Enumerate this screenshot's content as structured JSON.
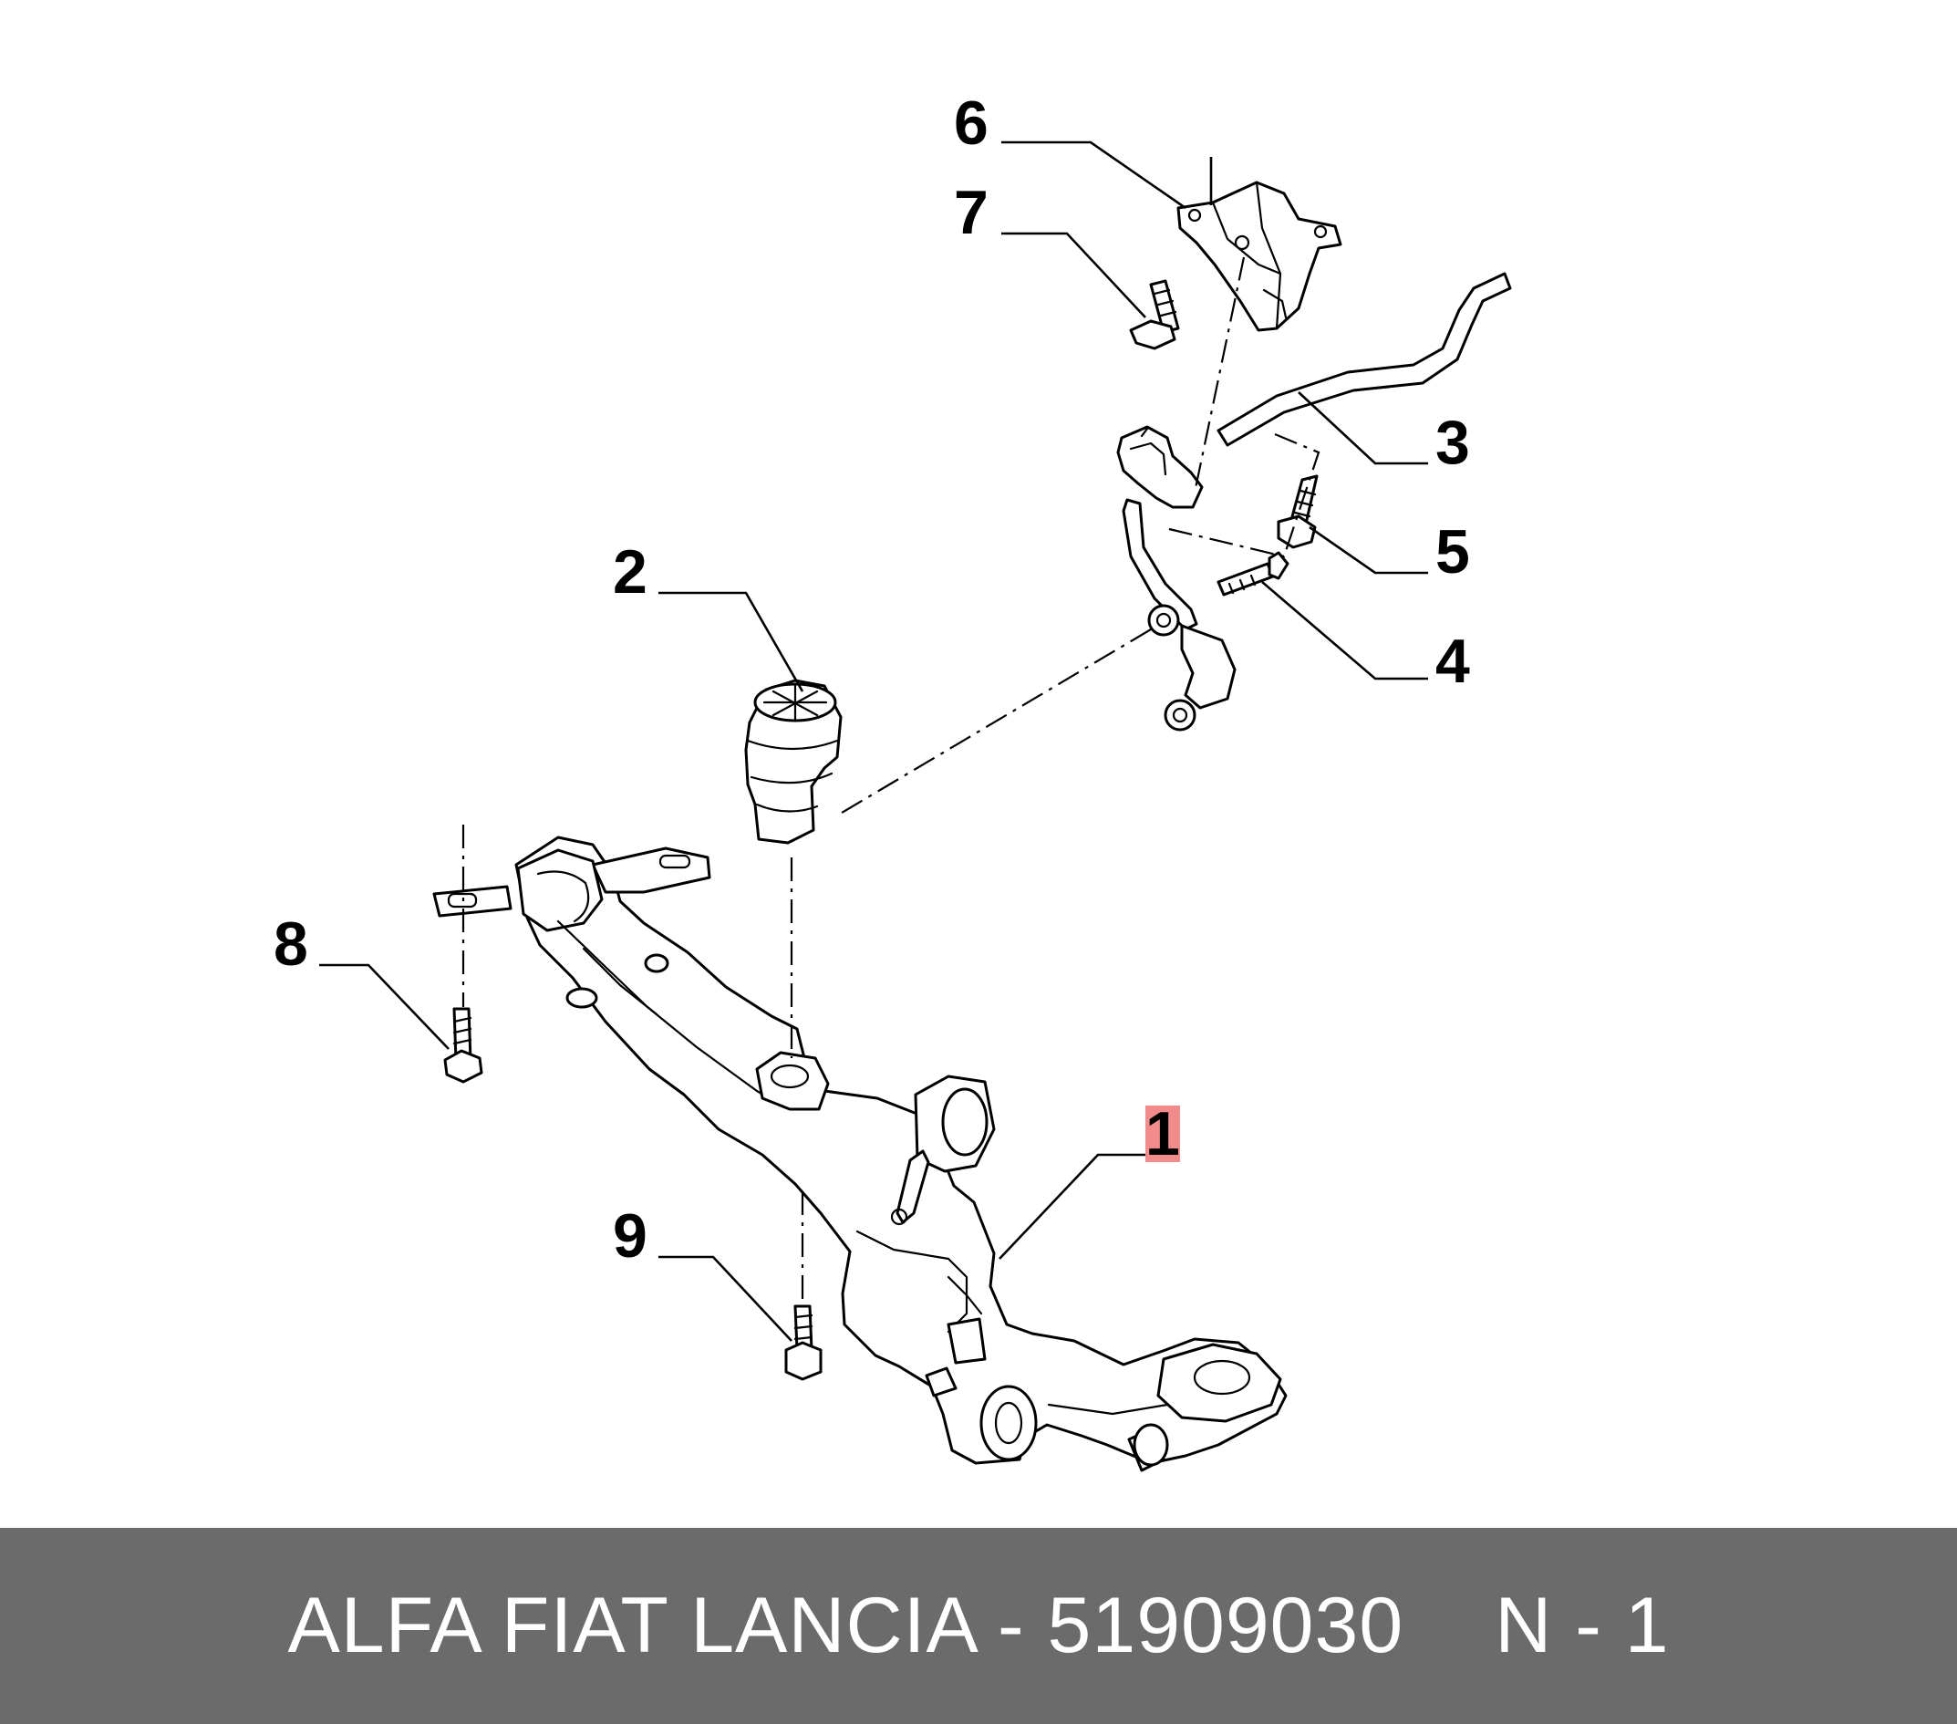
{
  "callouts": {
    "c1": "1",
    "c2": "2",
    "c3": "3",
    "c4": "4",
    "c5": "5",
    "c6": "6",
    "c7": "7",
    "c8": "8",
    "c9": "9"
  },
  "highlighted_callout": "1",
  "colors": {
    "highlight": "#f28c8c",
    "footer_background": "#6b6b6b",
    "footer_text": "#ffffff"
  },
  "footer": {
    "caption": "ALFA FIAT LANCIA - 51909030",
    "code": "N - 1"
  }
}
